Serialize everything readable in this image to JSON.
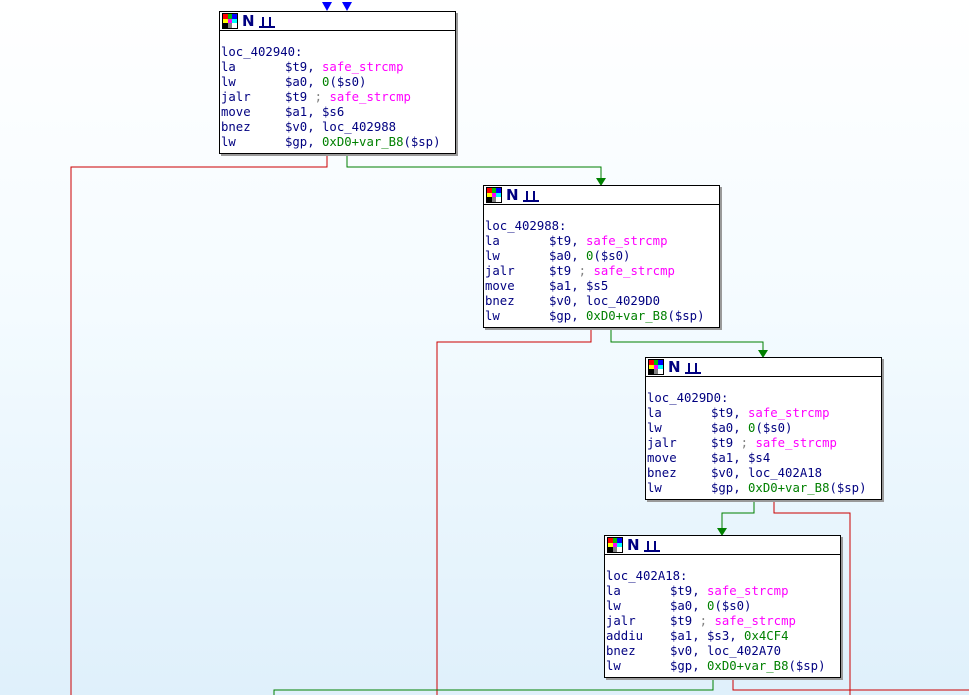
{
  "colors": {
    "true_edge": "#008000",
    "false_edge": "#cc0000",
    "entry_arrow": "#0000ff",
    "mnemonic": "#000080",
    "function_ref": "#ff00ff",
    "number": "#008000",
    "comment": "#808080"
  },
  "header_icons": [
    "colorgrid-icon",
    "n-icon",
    "graph-icon"
  ],
  "blocks": [
    {
      "label": "loc_402940:",
      "lines": [
        {
          "mnem": "la",
          "ops": [
            {
              "t": "$t9, ",
              "c": ""
            },
            {
              "t": "safe_strcmp",
              "c": "fn"
            }
          ]
        },
        {
          "mnem": "lw",
          "ops": [
            {
              "t": "$a0, ",
              "c": ""
            },
            {
              "t": "0",
              "c": "num"
            },
            {
              "t": "($s0)",
              "c": ""
            }
          ]
        },
        {
          "mnem": "jalr",
          "ops": [
            {
              "t": "$t9 ",
              "c": ""
            },
            {
              "t": "; ",
              "c": "cm"
            },
            {
              "t": "safe_strcmp",
              "c": "fn"
            }
          ]
        },
        {
          "mnem": "move",
          "ops": [
            {
              "t": "$a1, $s6",
              "c": ""
            }
          ]
        },
        {
          "mnem": "bnez",
          "ops": [
            {
              "t": "$v0, loc_402988",
              "c": ""
            }
          ]
        },
        {
          "mnem": "lw",
          "ops": [
            {
              "t": "$gp, ",
              "c": ""
            },
            {
              "t": "0xD0+var_B8",
              "c": "num"
            },
            {
              "t": "($sp)",
              "c": ""
            }
          ]
        }
      ]
    },
    {
      "label": "loc_402988:",
      "lines": [
        {
          "mnem": "la",
          "ops": [
            {
              "t": "$t9, ",
              "c": ""
            },
            {
              "t": "safe_strcmp",
              "c": "fn"
            }
          ]
        },
        {
          "mnem": "lw",
          "ops": [
            {
              "t": "$a0, ",
              "c": ""
            },
            {
              "t": "0",
              "c": "num"
            },
            {
              "t": "($s0)",
              "c": ""
            }
          ]
        },
        {
          "mnem": "jalr",
          "ops": [
            {
              "t": "$t9 ",
              "c": ""
            },
            {
              "t": "; ",
              "c": "cm"
            },
            {
              "t": "safe_strcmp",
              "c": "fn"
            }
          ]
        },
        {
          "mnem": "move",
          "ops": [
            {
              "t": "$a1, $s5",
              "c": ""
            }
          ]
        },
        {
          "mnem": "bnez",
          "ops": [
            {
              "t": "$v0, loc_4029D0",
              "c": ""
            }
          ]
        },
        {
          "mnem": "lw",
          "ops": [
            {
              "t": "$gp, ",
              "c": ""
            },
            {
              "t": "0xD0+var_B8",
              "c": "num"
            },
            {
              "t": "($sp)",
              "c": ""
            }
          ]
        }
      ]
    },
    {
      "label": "loc_4029D0:",
      "lines": [
        {
          "mnem": "la",
          "ops": [
            {
              "t": "$t9, ",
              "c": ""
            },
            {
              "t": "safe_strcmp",
              "c": "fn"
            }
          ]
        },
        {
          "mnem": "lw",
          "ops": [
            {
              "t": "$a0, ",
              "c": ""
            },
            {
              "t": "0",
              "c": "num"
            },
            {
              "t": "($s0)",
              "c": ""
            }
          ]
        },
        {
          "mnem": "jalr",
          "ops": [
            {
              "t": "$t9 ",
              "c": ""
            },
            {
              "t": "; ",
              "c": "cm"
            },
            {
              "t": "safe_strcmp",
              "c": "fn"
            }
          ]
        },
        {
          "mnem": "move",
          "ops": [
            {
              "t": "$a1, $s4",
              "c": ""
            }
          ]
        },
        {
          "mnem": "bnez",
          "ops": [
            {
              "t": "$v0, loc_402A18",
              "c": ""
            }
          ]
        },
        {
          "mnem": "lw",
          "ops": [
            {
              "t": "$gp, ",
              "c": ""
            },
            {
              "t": "0xD0+var_B8",
              "c": "num"
            },
            {
              "t": "($sp)",
              "c": ""
            }
          ]
        }
      ]
    },
    {
      "label": "loc_402A18:",
      "lines": [
        {
          "mnem": "la",
          "ops": [
            {
              "t": "$t9, ",
              "c": ""
            },
            {
              "t": "safe_strcmp",
              "c": "fn"
            }
          ]
        },
        {
          "mnem": "lw",
          "ops": [
            {
              "t": "$a0, ",
              "c": ""
            },
            {
              "t": "0",
              "c": "num"
            },
            {
              "t": "($s0)",
              "c": ""
            }
          ]
        },
        {
          "mnem": "jalr",
          "ops": [
            {
              "t": "$t9 ",
              "c": ""
            },
            {
              "t": "; ",
              "c": "cm"
            },
            {
              "t": "safe_strcmp",
              "c": "fn"
            }
          ]
        },
        {
          "mnem": "addiu",
          "ops": [
            {
              "t": "$a1, $s3, ",
              "c": ""
            },
            {
              "t": "0x4CF4",
              "c": "num"
            }
          ]
        },
        {
          "mnem": "bnez",
          "ops": [
            {
              "t": "$v0, loc_402A70",
              "c": ""
            }
          ]
        },
        {
          "mnem": "lw",
          "ops": [
            {
              "t": "$gp, ",
              "c": ""
            },
            {
              "t": "0xD0+var_B8",
              "c": "num"
            },
            {
              "t": "($sp)",
              "c": ""
            }
          ]
        }
      ]
    }
  ]
}
